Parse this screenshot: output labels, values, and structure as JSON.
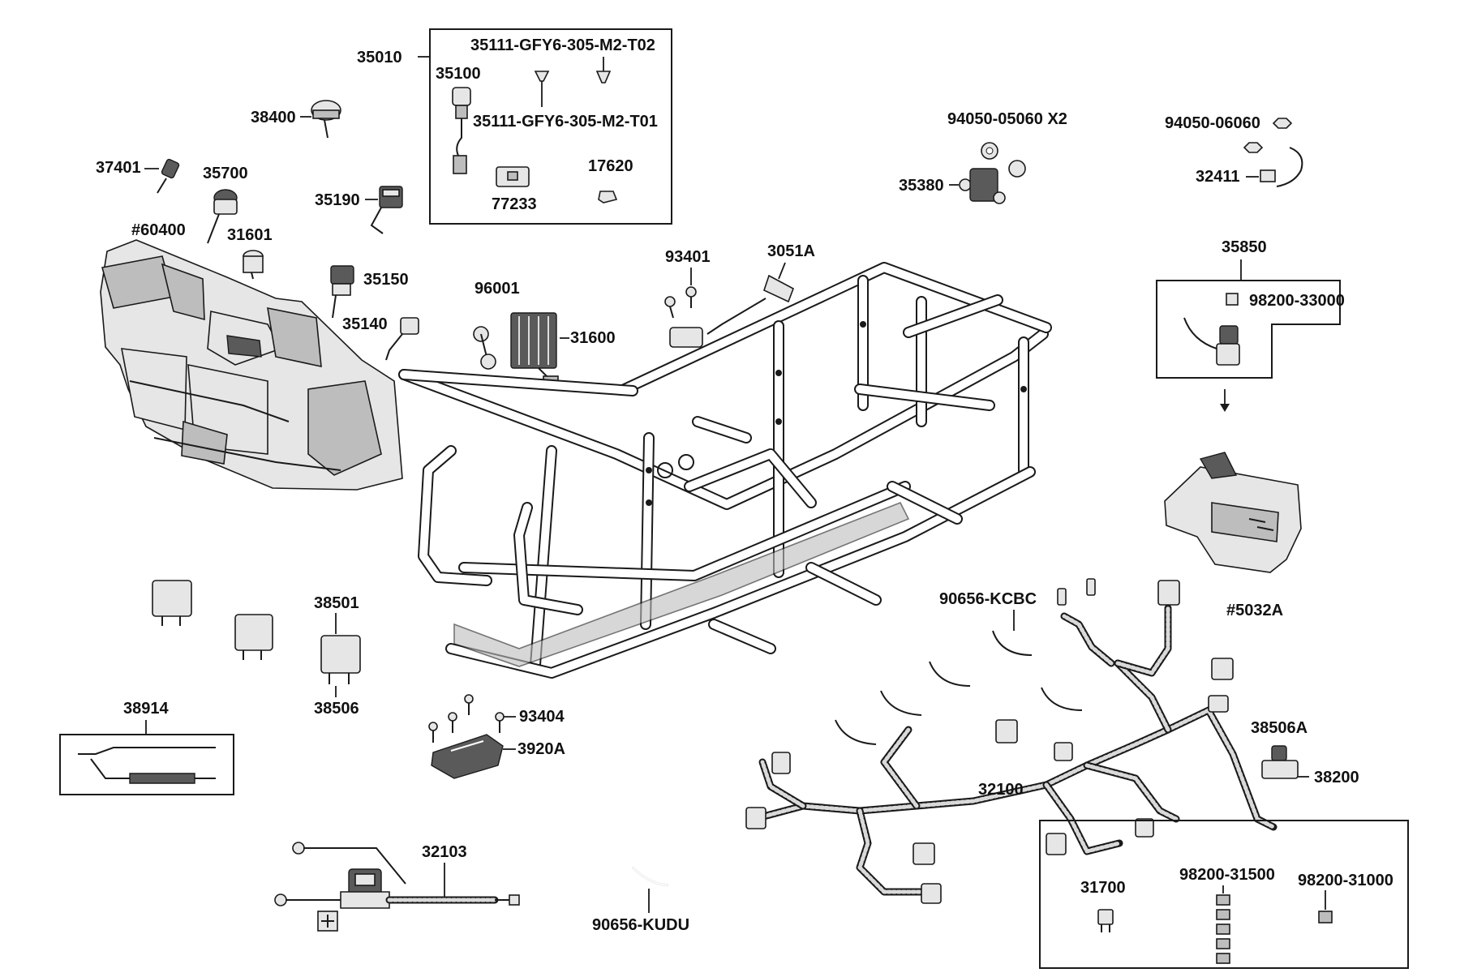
{
  "labels": {
    "p35010": "35010",
    "p35111_t02": "35111-GFY6-305-M2-T02",
    "p35100": "35100",
    "p35111_t01": "35111-GFY6-305-M2-T01",
    "p38400": "38400",
    "p37401": "37401",
    "p35700": "35700",
    "p35190": "35190",
    "p77233": "77233",
    "p17620": "17620",
    "p60400": "#60400",
    "p31601": "31601",
    "p35150": "35150",
    "p35140": "35140",
    "p96001": "96001",
    "p31600": "31600",
    "p93401": "93401",
    "p3051a": "3051A",
    "p94050_05060": "94050-05060 X2",
    "p35380": "35380",
    "p94050_06060": "94050-06060",
    "p32411": "32411",
    "p35850": "35850",
    "p98200_33000": "98200-33000",
    "p5032a": "#5032A",
    "p90656_kcbc": "90656-KCBC",
    "p38501": "38501",
    "p38506": "38506",
    "p38914": "38914",
    "p93404": "93404",
    "p3920a": "3920A",
    "p32100": "32100",
    "p38506a": "38506A",
    "p38200": "38200",
    "p32103": "32103",
    "p90656_kudu": "90656-KUDU",
    "p31700": "31700",
    "p98200_31500": "98200-31500",
    "p98200_31000": "98200-31000"
  }
}
